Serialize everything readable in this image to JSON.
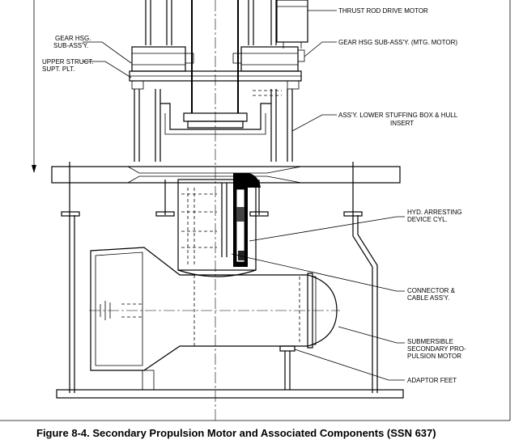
{
  "labels": {
    "thrust_rod_drive_motor": "THRUST ROD DRIVE MOTOR",
    "gear_hsg_sub_assy_1": "GEAR HSG.",
    "gear_hsg_sub_assy_2": "SUB-ASS'Y.",
    "upper_struct_1": "UPPER STRUCT.",
    "upper_struct_2": "SUPT. PLT.",
    "gear_hsg_mtg_motor": "GEAR HSG SUB-ASS'Y. (MTG. MOTOR)",
    "lower_stuffing_box_1": "ASS'Y. LOWER STUFFING BOX & HULL",
    "lower_stuffing_box_2": "INSERT",
    "hyd_arresting_1": "HYD. ARRESTING",
    "hyd_arresting_2": "DEVICE CYL.",
    "connector_cable_1": "CONNECTOR &",
    "connector_cable_2": "CABLE ASS'Y.",
    "submersible_1": "SUBMERSIBLE",
    "submersible_2": "SECONDARY PRO-",
    "submersible_3": "PULSION MOTOR",
    "adaptor_feet": "ADAPTOR FEET"
  },
  "caption": "Figure 8-4.  Secondary Propulsion Motor and Associated Components (SSN 637)"
}
